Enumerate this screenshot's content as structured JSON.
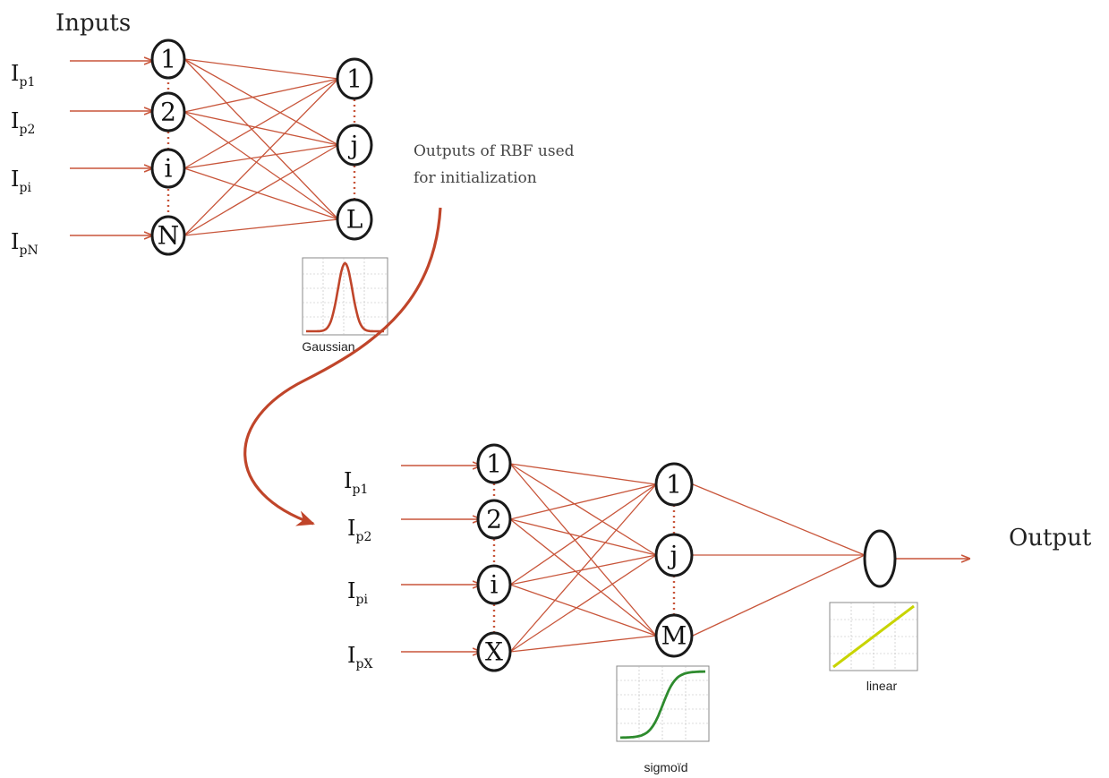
{
  "title": "Inputs",
  "note_line1": "Outputs of RBF used",
  "note_line2": "for initialization",
  "output_label": "Output",
  "edge_color": "#c8553a",
  "rbf": {
    "input_labels": [
      {
        "main": "I",
        "sub": "p1"
      },
      {
        "main": "I",
        "sub": "p2"
      },
      {
        "main": "I",
        "sub": "pi"
      },
      {
        "main": "I",
        "sub": "pN"
      }
    ],
    "input_nodes": [
      "1",
      "2",
      "i",
      "N"
    ],
    "hidden_nodes": [
      "1",
      "j",
      "L"
    ],
    "activation_caption": "Gaussian"
  },
  "mlp": {
    "input_labels": [
      {
        "main": "I",
        "sub": "p1"
      },
      {
        "main": "I",
        "sub": "p2"
      },
      {
        "main": "I",
        "sub": "pi"
      },
      {
        "main": "I",
        "sub": "pX"
      }
    ],
    "input_nodes": [
      "1",
      "2",
      "i",
      "X"
    ],
    "hidden_nodes": [
      "1",
      "j",
      "M"
    ],
    "output_node": "",
    "hidden_activation_caption": "sigmoïd",
    "output_activation_caption": "linear"
  },
  "colors": {
    "gaussian_curve": "#c0452a",
    "sigmoid_curve": "#2e8b2e",
    "linear_line": "#c8d400"
  }
}
